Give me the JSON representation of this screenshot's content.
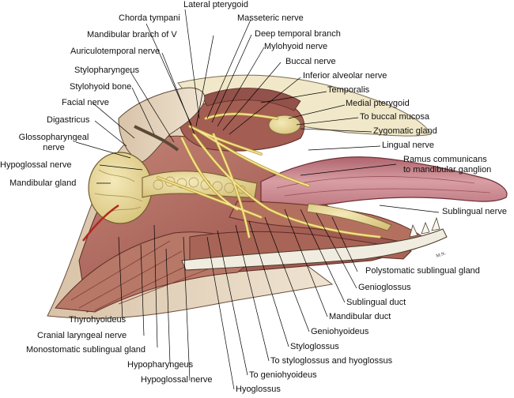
{
  "labels": {
    "lateral_pterygoid": "Lateral pterygoid",
    "chorda_tympani": "Chorda tympani",
    "masseteric_nerve": "Masseteric nerve",
    "mandibular_branch_v": "Mandibular branch of V",
    "deep_temporal_branch": "Deep temporal branch",
    "auriculotemporal_nerve": "Auriculotemporal nerve",
    "mylohyoid_nerve": "Mylohyoid nerve",
    "stylopharyngeus": "Stylopharyngeus",
    "buccal_nerve": "Buccal nerve",
    "inferior_alveolar_nerve": "Inferior alveolar nerve",
    "stylohyoid_bone": "Stylohyoid bone",
    "temporalis": "Temporalis",
    "facial_nerve": "Facial nerve",
    "medial_pterygoid": "Medial pterygoid",
    "to_buccal_mucosa": "To buccal mucosa",
    "digastricus": "Digastricus",
    "zygomatic_gland": "Zygomatic gland",
    "glossopharyngeal_nerve": "Glossopharyngeal\nnerve",
    "lingual_nerve": "Lingual nerve",
    "ramus_communicans": "Ramus communicans\nto mandibular ganglion",
    "hypoglossal_nerve_left": "Hypoglossal nerve",
    "mandibular_gland": "Mandibular gland",
    "sublingual_nerve": "Sublingual nerve",
    "polystomatic_sublingual_gland": "Polystomatic sublingual gland",
    "genioglossus": "Genioglossus",
    "sublingual_duct": "Sublingual duct",
    "mandibular_duct": "Mandibular duct",
    "geniohyoideus": "Geniohyoideus",
    "thyrohyoideus": "Thyrohyoideus",
    "styloglossus": "Styloglossus",
    "cranial_laryngeal_nerve": "Cranial laryngeal nerve",
    "to_styloglossus_hyoglossus": "To styloglossus and hyoglossus",
    "monostomatic_sublingual_gland": "Monostomatic sublingual gland",
    "to_geniohyoideus": "To geniohyoideus",
    "hypopharyngeus": "Hypopharyngeus",
    "hypoglossal_nerve_bottom": "Hypoglossal nerve",
    "hyoglossus": "Hyoglossus"
  },
  "signature": "M.N.",
  "colors": {
    "muscle": "#b06c5e",
    "muscle_dark": "#7f3d34",
    "gland": "#e6d79a",
    "nerve": "#f1e08c",
    "bone": "#f2efe2",
    "tongue": "#cf8f94",
    "skin": "#eadcc8",
    "leader_line": "#000000"
  }
}
